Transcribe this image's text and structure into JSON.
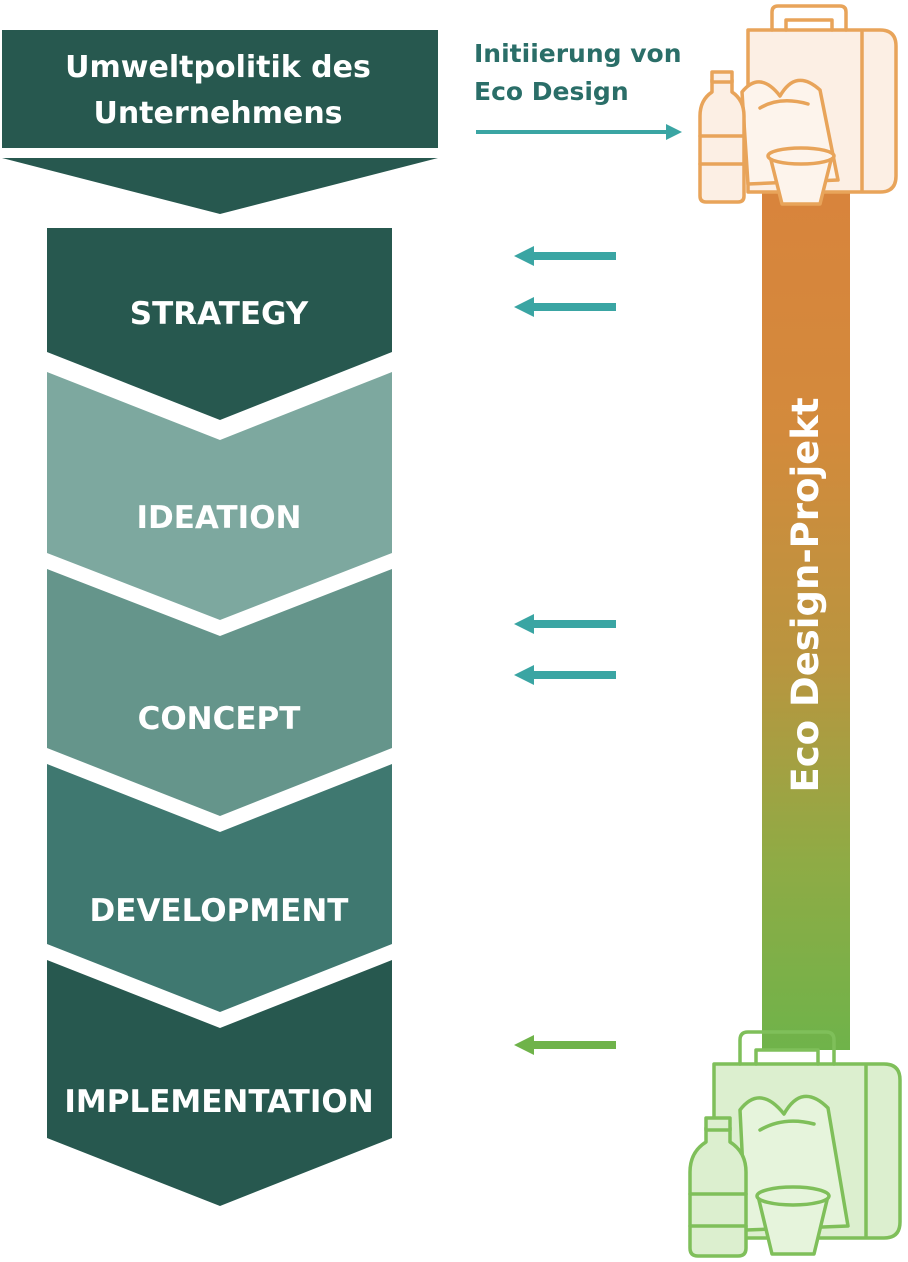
{
  "policy": {
    "line1": "Umweltpolitik des",
    "line2": "Unternehmens",
    "color": "#27584f"
  },
  "initiation": {
    "line1": "Initiierung von",
    "line2": "Eco Design",
    "color": "#3aa5a3"
  },
  "stages": [
    {
      "label": "STRATEGY",
      "color": "#27584f"
    },
    {
      "label": "IDEATION",
      "color": "#7da89f"
    },
    {
      "label": "CONCEPT",
      "color": "#65958b"
    },
    {
      "label": "DEVELOPMENT",
      "color": "#3f7870"
    },
    {
      "label": "IMPLEMENTATION",
      "color": "#27584f"
    }
  ],
  "project": {
    "label": "Eco Design-Projekt",
    "color_top": "#d8843c",
    "color_bottom": "#6fb34a"
  },
  "arrows": {
    "teal": "#3aa5a3",
    "green": "#6fb34a"
  },
  "icons": {
    "top": "packaging-icon",
    "bottom": "packaging-icon",
    "top_color": "#e8a45a",
    "bottom_color": "#7fbf5a"
  }
}
